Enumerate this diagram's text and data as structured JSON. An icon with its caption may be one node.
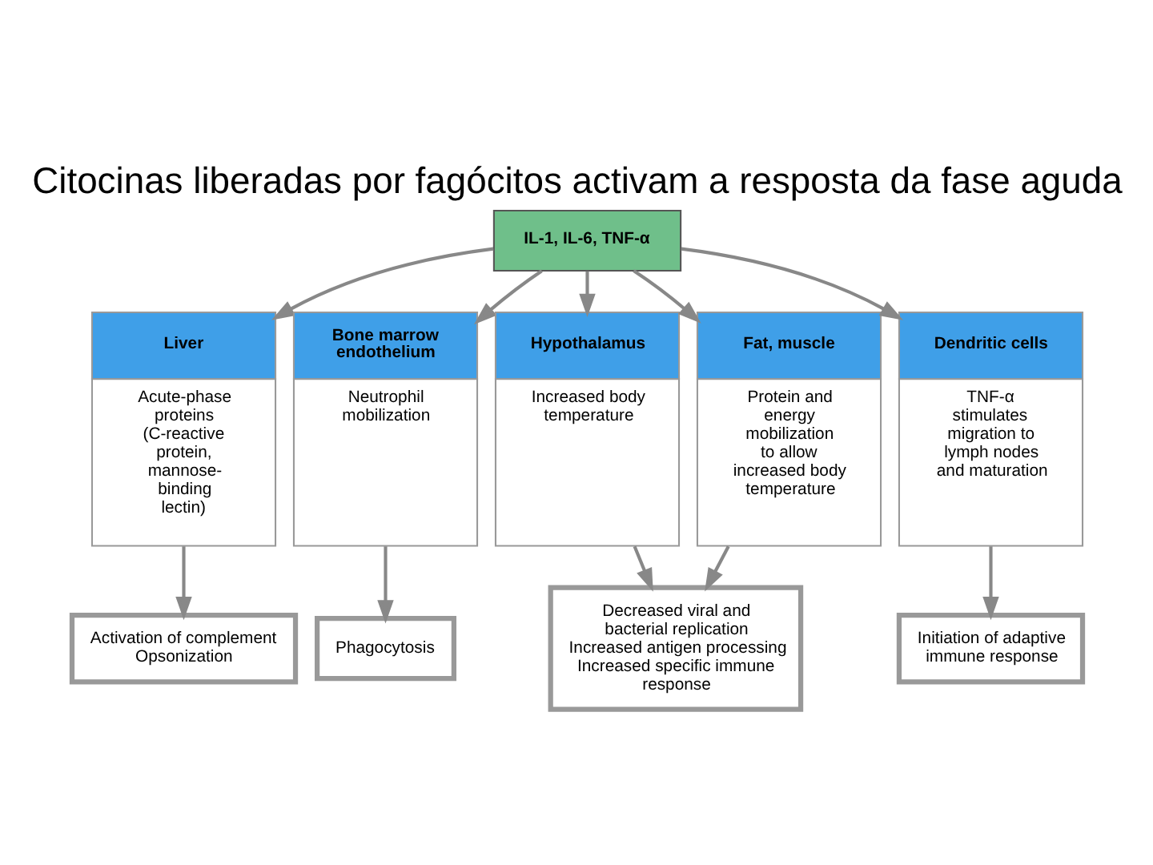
{
  "diagram": {
    "title": "Citocinas liberadas por fagócitos activam a resposta da fase aguda",
    "nodes": [
      {
        "text": [
          "IL-1, IL-6, TNF-α"
        ]
      },
      {
        "text": [
          "Liver",
          "Acute-phase proteins (C-reactive protein, mannose-binding lectin)"
        ]
      },
      {
        "text": [
          "Bone marrow endothelium",
          "Neutrophil mobilization"
        ]
      },
      {
        "text": [
          "Hypothalamus",
          "Increased body temperature"
        ]
      },
      {
        "text": [
          "Fat, muscle",
          "Protein and energy mobilization to allow increased body temperature"
        ]
      },
      {
        "text": [
          "Dendritic cells",
          "TNF-α stimulates migration to lymph nodes and maturation"
        ]
      },
      {
        "text": [
          "Activation of complement Opsonization"
        ]
      },
      {
        "text": [
          "Phagocytosis"
        ]
      },
      {
        "text": [
          "Decreased viral and bacterial replication Increased antigen processing Increased specific immune response"
        ]
      },
      {
        "text": [
          "Initiation of adaptive immune response"
        ]
      }
    ],
    "edges": [
      {
        "from": 0,
        "to": 1,
        "arrow": "to"
      },
      {
        "from": 0,
        "to": 2,
        "arrow": "to"
      },
      {
        "from": 0,
        "to": 3,
        "arrow": "to"
      },
      {
        "from": 0,
        "to": 4,
        "arrow": "to"
      },
      {
        "from": 0,
        "to": 5,
        "arrow": "to"
      },
      {
        "from": 1,
        "to": 6,
        "arrow": "to"
      },
      {
        "from": 2,
        "to": 7,
        "arrow": "to"
      },
      {
        "from": 3,
        "to": 8,
        "arrow": "to"
      },
      {
        "from": 4,
        "to": 8,
        "arrow": "to"
      },
      {
        "from": 5,
        "to": 9,
        "arrow": "to"
      }
    ]
  }
}
